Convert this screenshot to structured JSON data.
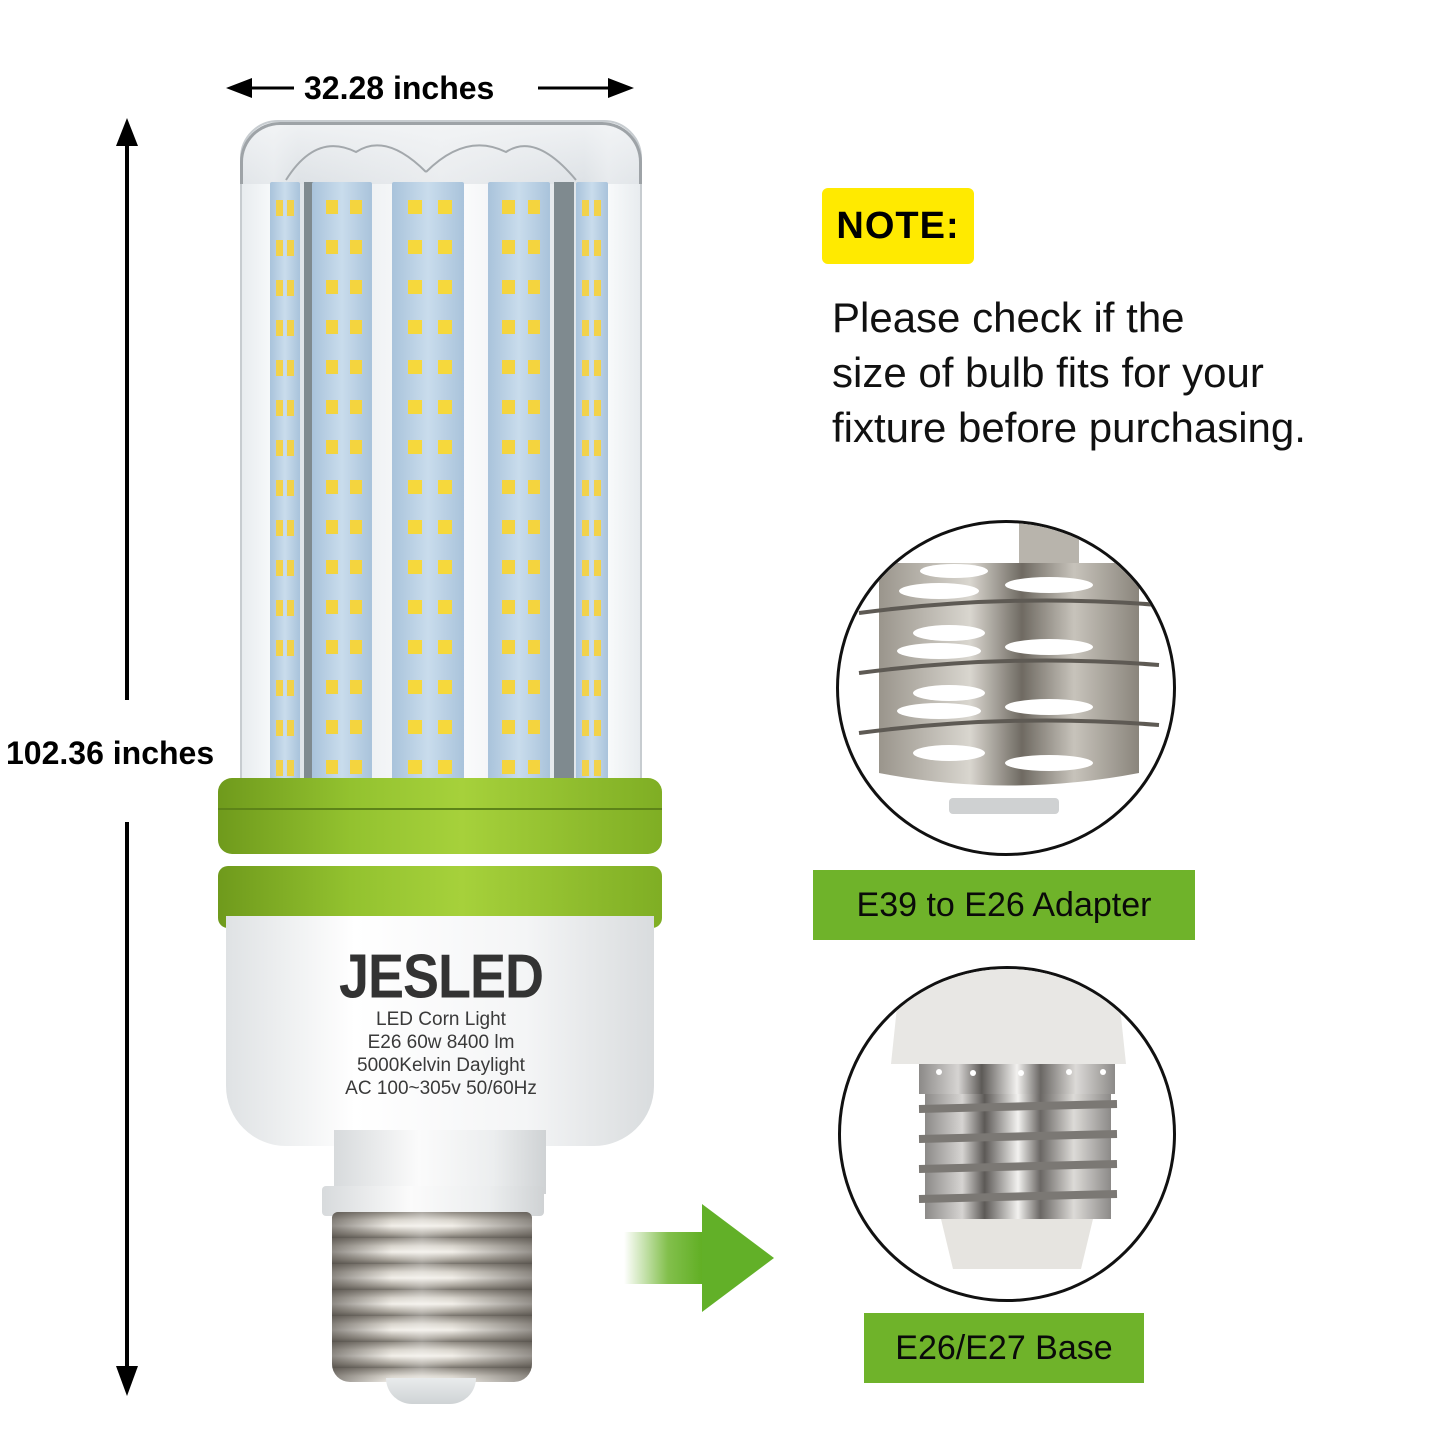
{
  "dimensions": {
    "width_label": "32.28 inches",
    "height_label": "102.36 inches"
  },
  "note": {
    "badge": "NOTE:",
    "lines": [
      "Please check if the",
      "size of bulb fits for your",
      "fixture before purchasing."
    ]
  },
  "product": {
    "brand": "JESLED",
    "specs": [
      "LED Corn Light",
      "E26 60w 8400 lm",
      "5000Kelvin Daylight",
      "AC 100~305v 50/60Hz"
    ]
  },
  "callouts": [
    {
      "label": "E39 to E26 Adapter",
      "icon": "e39-adapter-thread-closeup"
    },
    {
      "label": "E26/E27 Base",
      "icon": "e26-base-closeup"
    }
  ],
  "colors": {
    "note_yellow": "#ffea00",
    "label_green": "#6fb32a",
    "ring_green": "#93c22f",
    "arrow_green": "#6cb42c"
  }
}
